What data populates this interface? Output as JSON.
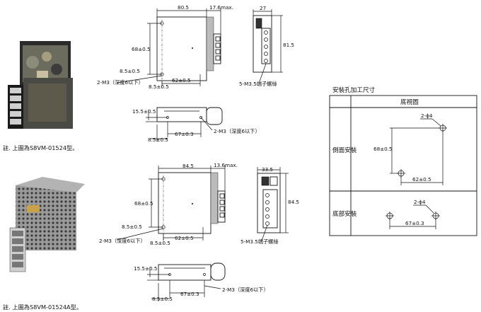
{
  "unit1": {
    "caption": "註. 上圖為S8VM-01524型。",
    "dims": {
      "width": "80.5",
      "depth": "17.6max.",
      "height": "68±0.5",
      "bottom_offset": "8.5±0.5",
      "left_offset": "8.5±0.5",
      "hole_pitch": "62±0.5",
      "mount_screw": "2-M3（深度6以下）",
      "side_width": "27",
      "side_height": "81.5",
      "terminal": "5-M3.5端子螺絲",
      "side_hole_height": "15.5±0.5",
      "side_hole_pitch": "67±0.3",
      "side_bottom_offset": "8.5±0.5",
      "side_mount_screw": "2-M3（深度6以下）"
    }
  },
  "unit2": {
    "caption": "註. 上圖為S8VM-01524A型。",
    "dims": {
      "width": "84.5",
      "depth": "13.6max.",
      "height": "68±0.5",
      "bottom_offset": "8.5±0.5",
      "left_offset": "8.5±0.5",
      "hole_pitch": "62±0.5",
      "mount_screw": "2-M3（深度6以下）",
      "side_width": "33.5",
      "side_height": "84.5",
      "terminal": "5-M3.5端子螺絲",
      "side_hole_height": "15.5±0.5",
      "side_hole_pitch": "67±0.3",
      "side_bottom_offset": "8.5±0.5",
      "side_mount_screw": "2-M3（深度6以下）"
    }
  },
  "holes": {
    "title": "安裝孔加工尺寸",
    "col_header": "底視圖",
    "row1_label": "側面安裝",
    "row1_hole": "2-ϕ4",
    "row1_height": "68±0.5",
    "row1_pitch": "62±0.5",
    "row2_label": "底部安裝",
    "row2_hole": "2-ϕ4",
    "row2_pitch": "67±0.3"
  }
}
